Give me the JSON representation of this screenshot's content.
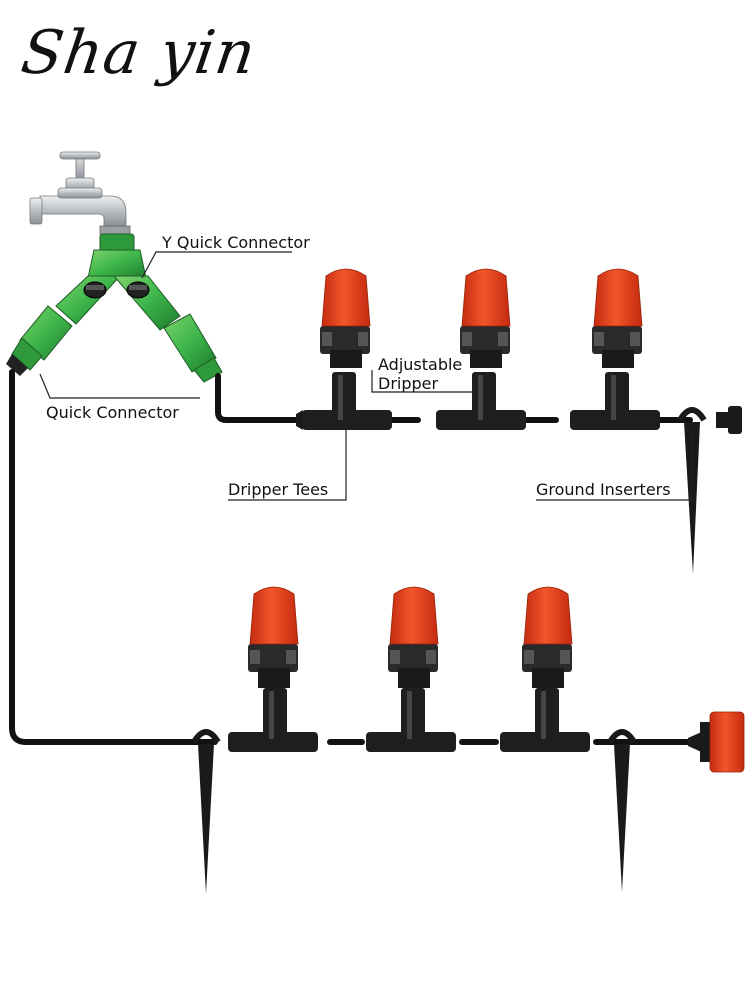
{
  "brand": {
    "logo_text": "Sha yin"
  },
  "labels": {
    "y_quick_connector": "Y Quick Connector",
    "quick_connector": "Quick Connector",
    "adjustable_dripper": "Adjustable Dripper",
    "dripper_tees": "Dripper Tees",
    "ground_inserters": "Ground Inserters"
  },
  "colors": {
    "connector_green": "#3cb54a",
    "dripper_red": "#e8401f",
    "tube_black": "#111111",
    "faucet_silver": "#c9ccd0"
  }
}
